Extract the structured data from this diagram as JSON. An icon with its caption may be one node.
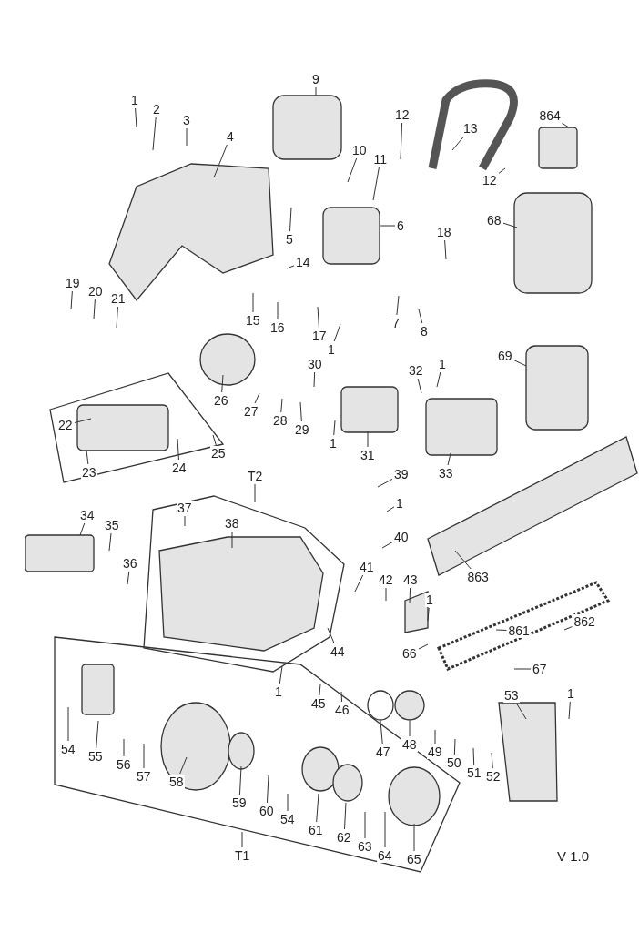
{
  "diagram": {
    "nodes": [
      {
        "text": [
          "1"
        ]
      },
      {
        "text": [
          "2"
        ]
      },
      {
        "text": [
          "3"
        ]
      },
      {
        "text": [
          "4"
        ]
      },
      {
        "text": [
          "9"
        ]
      },
      {
        "text": [
          "10"
        ]
      },
      {
        "text": [
          "11"
        ]
      },
      {
        "text": [
          "12"
        ]
      },
      {
        "text": [
          "13"
        ]
      },
      {
        "text": [
          "864"
        ]
      },
      {
        "text": [
          "12"
        ]
      },
      {
        "text": [
          "5"
        ]
      },
      {
        "text": [
          "6"
        ]
      },
      {
        "text": [
          "18"
        ]
      },
      {
        "text": [
          "68"
        ]
      },
      {
        "text": [
          "14"
        ]
      },
      {
        "text": [
          "19"
        ]
      },
      {
        "text": [
          "20"
        ]
      },
      {
        "text": [
          "21"
        ]
      },
      {
        "text": [
          "15"
        ]
      },
      {
        "text": [
          "16"
        ]
      },
      {
        "text": [
          "17"
        ]
      },
      {
        "text": [
          "1"
        ]
      },
      {
        "text": [
          "7"
        ]
      },
      {
        "text": [
          "8"
        ]
      },
      {
        "text": [
          "69"
        ]
      },
      {
        "text": [
          "30"
        ]
      },
      {
        "text": [
          "32"
        ]
      },
      {
        "text": [
          "1"
        ]
      },
      {
        "text": [
          "26"
        ]
      },
      {
        "text": [
          "27"
        ]
      },
      {
        "text": [
          "28"
        ]
      },
      {
        "text": [
          "29"
        ]
      },
      {
        "text": [
          "22"
        ]
      },
      {
        "text": [
          "24"
        ]
      },
      {
        "text": [
          "25"
        ]
      },
      {
        "text": [
          "23"
        ]
      },
      {
        "text": [
          "1"
        ]
      },
      {
        "text": [
          "31"
        ]
      },
      {
        "text": [
          "33"
        ]
      },
      {
        "text": [
          "T2"
        ]
      },
      {
        "text": [
          "39"
        ]
      },
      {
        "text": [
          "1"
        ]
      },
      {
        "text": [
          "37"
        ]
      },
      {
        "text": [
          "34"
        ]
      },
      {
        "text": [
          "35"
        ]
      },
      {
        "text": [
          "38"
        ]
      },
      {
        "text": [
          "36"
        ]
      },
      {
        "text": [
          "40"
        ]
      },
      {
        "text": [
          "41"
        ]
      },
      {
        "text": [
          "42"
        ]
      },
      {
        "text": [
          "43"
        ]
      },
      {
        "text": [
          "1"
        ]
      },
      {
        "text": [
          "863"
        ]
      },
      {
        "text": [
          "862"
        ]
      },
      {
        "text": [
          "861"
        ]
      },
      {
        "text": [
          "44"
        ]
      },
      {
        "text": [
          "66"
        ]
      },
      {
        "text": [
          "67"
        ]
      },
      {
        "text": [
          "1"
        ]
      },
      {
        "text": [
          "45"
        ]
      },
      {
        "text": [
          "46"
        ]
      },
      {
        "text": [
          "53"
        ]
      },
      {
        "text": [
          "1"
        ]
      },
      {
        "text": [
          "54"
        ]
      },
      {
        "text": [
          "55"
        ]
      },
      {
        "text": [
          "56"
        ]
      },
      {
        "text": [
          "57"
        ]
      },
      {
        "text": [
          "58"
        ]
      },
      {
        "text": [
          "47"
        ]
      },
      {
        "text": [
          "48"
        ]
      },
      {
        "text": [
          "49"
        ]
      },
      {
        "text": [
          "50"
        ]
      },
      {
        "text": [
          "51"
        ]
      },
      {
        "text": [
          "52"
        ]
      },
      {
        "text": [
          "59"
        ]
      },
      {
        "text": [
          "60"
        ]
      },
      {
        "text": [
          "54"
        ]
      },
      {
        "text": [
          "61"
        ]
      },
      {
        "text": [
          "62"
        ]
      },
      {
        "text": [
          "63"
        ]
      },
      {
        "text": [
          "64"
        ]
      },
      {
        "text": [
          "65"
        ]
      },
      {
        "text": [
          "T1"
        ]
      }
    ],
    "edges": [
      {
        "from": 0,
        "to": null,
        "arrow": "none"
      },
      {
        "from": 1,
        "to": null,
        "arrow": "none"
      },
      {
        "from": 2,
        "to": null,
        "arrow": "none"
      },
      {
        "from": 3,
        "to": null,
        "arrow": "none"
      },
      {
        "from": 4,
        "to": null,
        "arrow": "none"
      },
      {
        "from": 5,
        "to": null,
        "arrow": "none"
      },
      {
        "from": 6,
        "to": null,
        "arrow": "none"
      },
      {
        "from": 7,
        "to": null,
        "arrow": "none"
      },
      {
        "from": 8,
        "to": null,
        "arrow": "none"
      },
      {
        "from": 9,
        "to": null,
        "arrow": "none"
      },
      {
        "from": 10,
        "to": null,
        "arrow": "none"
      },
      {
        "from": 11,
        "to": null,
        "arrow": "none"
      },
      {
        "from": 12,
        "to": null,
        "arrow": "none"
      },
      {
        "from": 13,
        "to": null,
        "arrow": "none"
      },
      {
        "from": 14,
        "to": null,
        "arrow": "none"
      },
      {
        "from": 15,
        "to": null,
        "arrow": "none"
      },
      {
        "from": 16,
        "to": null,
        "arrow": "none"
      },
      {
        "from": 17,
        "to": null,
        "arrow": "none"
      },
      {
        "from": 18,
        "to": null,
        "arrow": "none"
      },
      {
        "from": 19,
        "to": null,
        "arrow": "none"
      },
      {
        "from": 20,
        "to": null,
        "arrow": "none"
      },
      {
        "from": 21,
        "to": null,
        "arrow": "none"
      },
      {
        "from": 22,
        "to": null,
        "arrow": "none"
      },
      {
        "from": 23,
        "to": null,
        "arrow": "none"
      },
      {
        "from": 24,
        "to": null,
        "arrow": "none"
      },
      {
        "from": 25,
        "to": null,
        "arrow": "none"
      },
      {
        "from": 26,
        "to": null,
        "arrow": "none"
      },
      {
        "from": 27,
        "to": null,
        "arrow": "none"
      },
      {
        "from": 28,
        "to": null,
        "arrow": "none"
      },
      {
        "from": 29,
        "to": null,
        "arrow": "none"
      },
      {
        "from": 30,
        "to": null,
        "arrow": "none"
      },
      {
        "from": 31,
        "to": null,
        "arrow": "none"
      },
      {
        "from": 32,
        "to": null,
        "arrow": "none"
      },
      {
        "from": 33,
        "to": null,
        "arrow": "none"
      },
      {
        "from": 34,
        "to": null,
        "arrow": "none"
      },
      {
        "from": 35,
        "to": null,
        "arrow": "none"
      },
      {
        "from": 36,
        "to": null,
        "arrow": "none"
      },
      {
        "from": 37,
        "to": null,
        "arrow": "none"
      },
      {
        "from": 38,
        "to": null,
        "arrow": "none"
      },
      {
        "from": 39,
        "to": null,
        "arrow": "none"
      },
      {
        "from": 40,
        "to": null,
        "arrow": "none"
      },
      {
        "from": 41,
        "to": null,
        "arrow": "none"
      },
      {
        "from": 42,
        "to": null,
        "arrow": "none"
      },
      {
        "from": 43,
        "to": null,
        "arrow": "none"
      },
      {
        "from": 44,
        "to": null,
        "arrow": "none"
      },
      {
        "from": 45,
        "to": null,
        "arrow": "none"
      },
      {
        "from": 46,
        "to": null,
        "arrow": "none"
      },
      {
        "from": 47,
        "to": null,
        "arrow": "none"
      },
      {
        "from": 48,
        "to": null,
        "arrow": "none"
      },
      {
        "from": 49,
        "to": null,
        "arrow": "none"
      },
      {
        "from": 50,
        "to": null,
        "arrow": "none"
      },
      {
        "from": 51,
        "to": null,
        "arrow": "none"
      },
      {
        "from": 52,
        "to": null,
        "arrow": "none"
      },
      {
        "from": 53,
        "to": null,
        "arrow": "none"
      },
      {
        "from": 54,
        "to": null,
        "arrow": "none"
      },
      {
        "from": 55,
        "to": null,
        "arrow": "none"
      },
      {
        "from": 56,
        "to": null,
        "arrow": "none"
      },
      {
        "from": 57,
        "to": null,
        "arrow": "none"
      },
      {
        "from": 58,
        "to": null,
        "arrow": "none"
      },
      {
        "from": 59,
        "to": null,
        "arrow": "none"
      },
      {
        "from": 60,
        "to": null,
        "arrow": "none"
      },
      {
        "from": 61,
        "to": null,
        "arrow": "none"
      },
      {
        "from": 62,
        "to": null,
        "arrow": "none"
      },
      {
        "from": 63,
        "to": null,
        "arrow": "none"
      },
      {
        "from": 64,
        "to": null,
        "arrow": "none"
      },
      {
        "from": 65,
        "to": null,
        "arrow": "none"
      },
      {
        "from": 66,
        "to": null,
        "arrow": "none"
      },
      {
        "from": 67,
        "to": null,
        "arrow": "none"
      },
      {
        "from": 68,
        "to": null,
        "arrow": "none"
      },
      {
        "from": 69,
        "to": null,
        "arrow": "none"
      },
      {
        "from": 70,
        "to": null,
        "arrow": "none"
      },
      {
        "from": 71,
        "to": null,
        "arrow": "none"
      },
      {
        "from": 72,
        "to": null,
        "arrow": "none"
      },
      {
        "from": 73,
        "to": null,
        "arrow": "none"
      },
      {
        "from": 74,
        "to": null,
        "arrow": "none"
      },
      {
        "from": 75,
        "to": null,
        "arrow": "none"
      },
      {
        "from": 76,
        "to": null,
        "arrow": "none"
      },
      {
        "from": 77,
        "to": null,
        "arrow": "none"
      },
      {
        "from": 78,
        "to": null,
        "arrow": "none"
      },
      {
        "from": 79,
        "to": null,
        "arrow": "none"
      },
      {
        "from": 80,
        "to": null,
        "arrow": "none"
      },
      {
        "from": 81,
        "to": null,
        "arrow": "none"
      },
      {
        "from": 82,
        "to": null,
        "arrow": "none"
      },
      {
        "from": 83,
        "to": null,
        "arrow": "none"
      }
    ],
    "labels": [
      "V 1.0"
    ]
  }
}
